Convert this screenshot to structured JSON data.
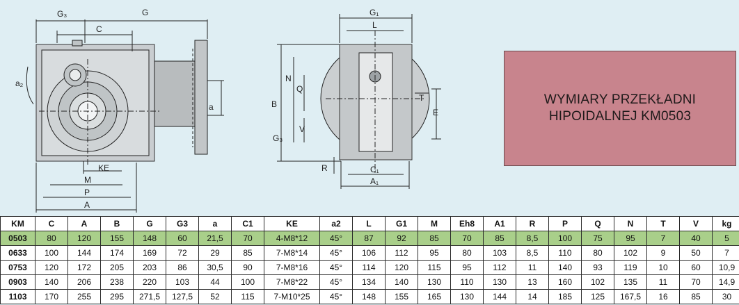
{
  "drawing": {
    "side_labels": {
      "g3": "G₃",
      "g": "G",
      "c": "C",
      "a2": "a₂",
      "a": "a",
      "ke": "KE",
      "m": "M",
      "p": "P",
      "a_total": "A"
    },
    "front_labels": {
      "g1": "G₁",
      "l": "L",
      "n": "N",
      "q": "Q",
      "b": "B",
      "v": "V",
      "g3": "G₃",
      "e": "E",
      "t": "T",
      "r": "R",
      "c1": "C₁",
      "a1": "A₁"
    }
  },
  "title": {
    "line1": "WYMIARY PRZEKŁADNI",
    "line2": "HIPOIDALNEJ KM0503"
  },
  "table": {
    "headers": [
      "KM",
      "C",
      "A",
      "B",
      "G",
      "G3",
      "a",
      "C1",
      "KE",
      "a2",
      "L",
      "G1",
      "M",
      "Eh8",
      "A1",
      "R",
      "P",
      "Q",
      "N",
      "T",
      "V",
      "kg"
    ],
    "rows": [
      [
        "0503",
        "80",
        "120",
        "155",
        "148",
        "60",
        "21,5",
        "70",
        "4-M8*12",
        "45°",
        "87",
        "92",
        "85",
        "70",
        "85",
        "8,5",
        "100",
        "75",
        "95",
        "7",
        "40",
        "5"
      ],
      [
        "0633",
        "100",
        "144",
        "174",
        "169",
        "72",
        "29",
        "85",
        "7-M8*14",
        "45°",
        "106",
        "112",
        "95",
        "80",
        "103",
        "8,5",
        "110",
        "80",
        "102",
        "9",
        "50",
        "7"
      ],
      [
        "0753",
        "120",
        "172",
        "205",
        "203",
        "86",
        "30,5",
        "90",
        "7-M8*16",
        "45°",
        "114",
        "120",
        "115",
        "95",
        "112",
        "11",
        "140",
        "93",
        "119",
        "10",
        "60",
        "10,9"
      ],
      [
        "0903",
        "140",
        "206",
        "238",
        "220",
        "103",
        "44",
        "100",
        "7-M8*22",
        "45°",
        "134",
        "140",
        "130",
        "110",
        "130",
        "13",
        "160",
        "102",
        "135",
        "11",
        "70",
        "14,9"
      ],
      [
        "1103",
        "170",
        "255",
        "295",
        "271,5",
        "127,5",
        "52",
        "115",
        "7-M10*25",
        "45°",
        "148",
        "155",
        "165",
        "130",
        "144",
        "14",
        "185",
        "125",
        "167,5",
        "16",
        "85",
        "30"
      ]
    ]
  }
}
